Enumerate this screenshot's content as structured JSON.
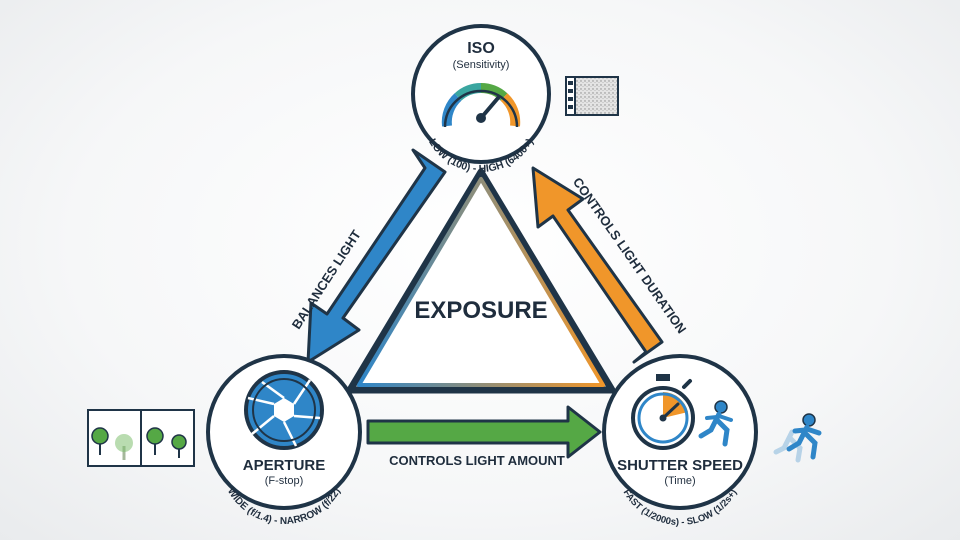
{
  "center": {
    "label": "EXPOSURE"
  },
  "nodes": {
    "iso": {
      "title": "ISO",
      "subtitle": "(Sensitivity)",
      "range": "LOW (100) - HIGH (6400+)"
    },
    "aperture": {
      "title": "APERTURE",
      "subtitle": "(F-stop)",
      "range": "WIDE (f/1.4) - NARROW (f/22)"
    },
    "shutter": {
      "title": "SHUTTER SPEED",
      "subtitle": "(Time)",
      "range": "FAST (1/2000s) - SLOW (1/2s+)"
    }
  },
  "arrows": {
    "iso_to_aperture": {
      "label": "BALANCES LIGHT",
      "color": "#2f86c8"
    },
    "aperture_to_shutter": {
      "label": "CONTROLS LIGHT AMOUNT",
      "color": "#55a845"
    },
    "shutter_to_iso": {
      "label": "CONTROLS LIGHT DURATION",
      "color": "#f0962a"
    }
  },
  "colors": {
    "outline": "#1f3447",
    "blue": "#2f86c8",
    "green": "#55a845",
    "orange": "#f0962a"
  },
  "icons": {
    "iso": "gauge-icon",
    "iso_side": "grain-film-icon",
    "aperture": "aperture-icon",
    "aperture_side": "depth-of-field-trees-icon",
    "shutter": "stopwatch-icon",
    "shutter_runner": "running-person-icon",
    "shutter_side": "motion-blur-runner-icon"
  }
}
